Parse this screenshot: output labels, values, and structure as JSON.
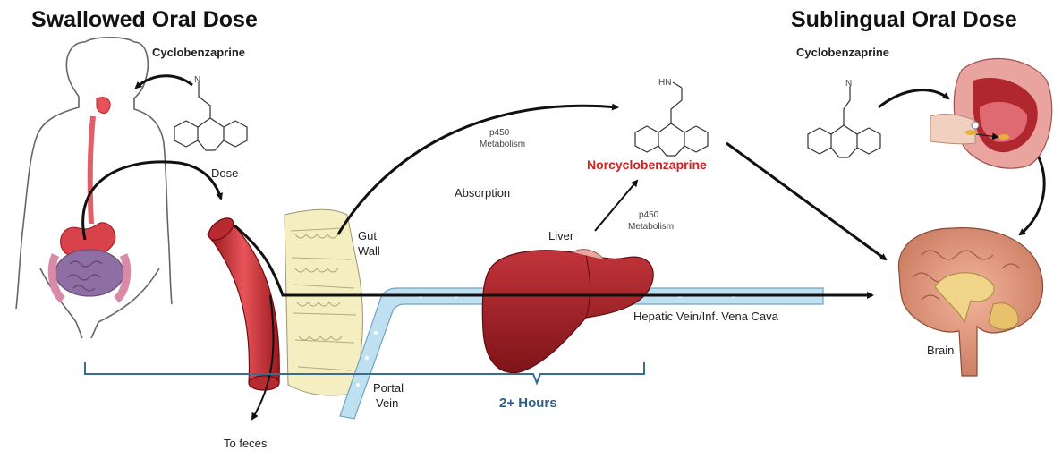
{
  "titles": {
    "swallowed": "Swallowed Oral Dose",
    "sublingual": "Sublingual Oral Dose"
  },
  "labels": {
    "cyclobenzaprine_left": "Cyclobenzaprine",
    "cyclobenzaprine_right": "Cyclobenzaprine",
    "dose": "Dose",
    "gut_wall_1": "Gut",
    "gut_wall_2": "Wall",
    "p450_top_1": "p450",
    "p450_top_2": "Metabolism",
    "absorption": "Absorption",
    "norcyclobenzaprine": "Norcyclobenzaprine",
    "liver": "Liver",
    "p450_mid_1": "p450",
    "p450_mid_2": "Metabolism",
    "hepatic_vein": "Hepatic Vein/Inf. Vena Cava",
    "portal_1": "Portal",
    "portal_2": "Vein",
    "duration": "2+ Hours",
    "brain": "Brain",
    "to_feces": "To feces",
    "amine_left": "N",
    "amine_mid": "HN",
    "amine_right": "N"
  },
  "colors": {
    "organ_red": "#c0262c",
    "metabolite_red": "#d42020",
    "duration_blue": "#2e5f8a",
    "vein_blue": "#9fcde6"
  }
}
